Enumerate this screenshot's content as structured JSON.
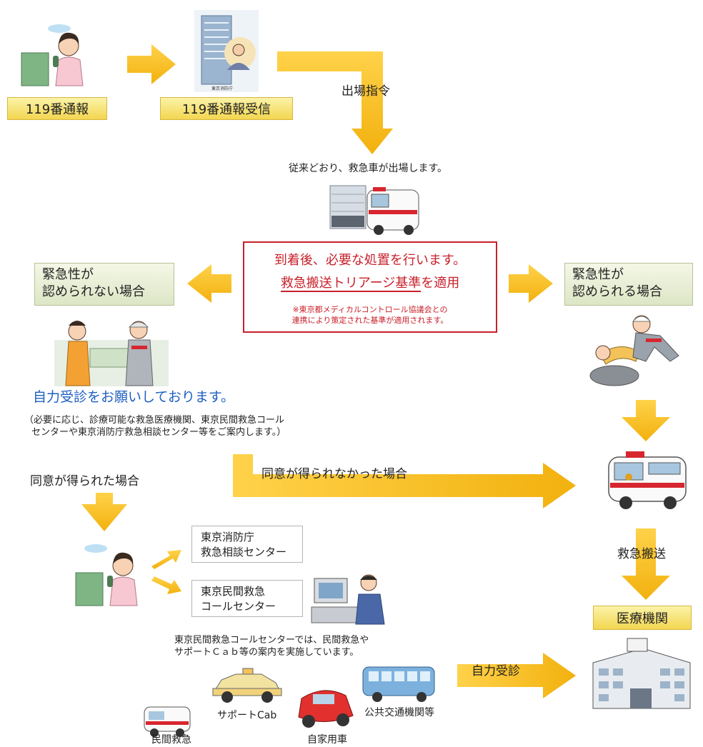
{
  "step1": "119番通報",
  "step2": "119番通報受信",
  "dispatch": "出場指令",
  "ambulance_dispatch": "従来どおり、救急車が出場します。",
  "building_label": "東京消防庁",
  "triage": {
    "line1": "到着後、必要な処置を行います。",
    "line2a": "救急搬送トリアージ基準",
    "line2b": "を適用",
    "note1": "※東京都メディカルコントロール協議会との",
    "note2": "連携により策定された基準が適用されます。"
  },
  "not_urgent": {
    "line1": "緊急性が",
    "line2": "認められない場合"
  },
  "urgent": {
    "line1": "緊急性が",
    "line2": "認められる場合"
  },
  "self_visit": {
    "title": "自力受診をお願いしております。",
    "note1": "（必要に応じ、診療可能な救急医療機関、東京民間救急コール",
    "note2": "センターや東京消防庁救急相談センター等をご案内します。）"
  },
  "consent_yes": "同意が得られた場合",
  "consent_no": "同意が得られなかった場合",
  "consult_center": {
    "line1": "東京消防庁",
    "line2": "救急相談センター"
  },
  "call_center": {
    "line1": "東京民間救急",
    "line2": "コールセンター"
  },
  "call_note": {
    "line1": "東京民間救急コールセンターでは、民間救急や",
    "line2": "サポートＣａｂ等の案内を実施しています。"
  },
  "transport_label": "救急搬送",
  "hospital_label": "医療機関",
  "self_label": "自力受診",
  "vehicles": {
    "private_ambulance": "民間救急",
    "support_cab": "サポートCab",
    "own_car": "自家用車",
    "public_transport": "公共交通機関等"
  },
  "colors": {
    "arrow": "#f6c01e",
    "red": "#c8202a",
    "blue": "#1e5fc0",
    "label_bg": "#f3d650"
  }
}
